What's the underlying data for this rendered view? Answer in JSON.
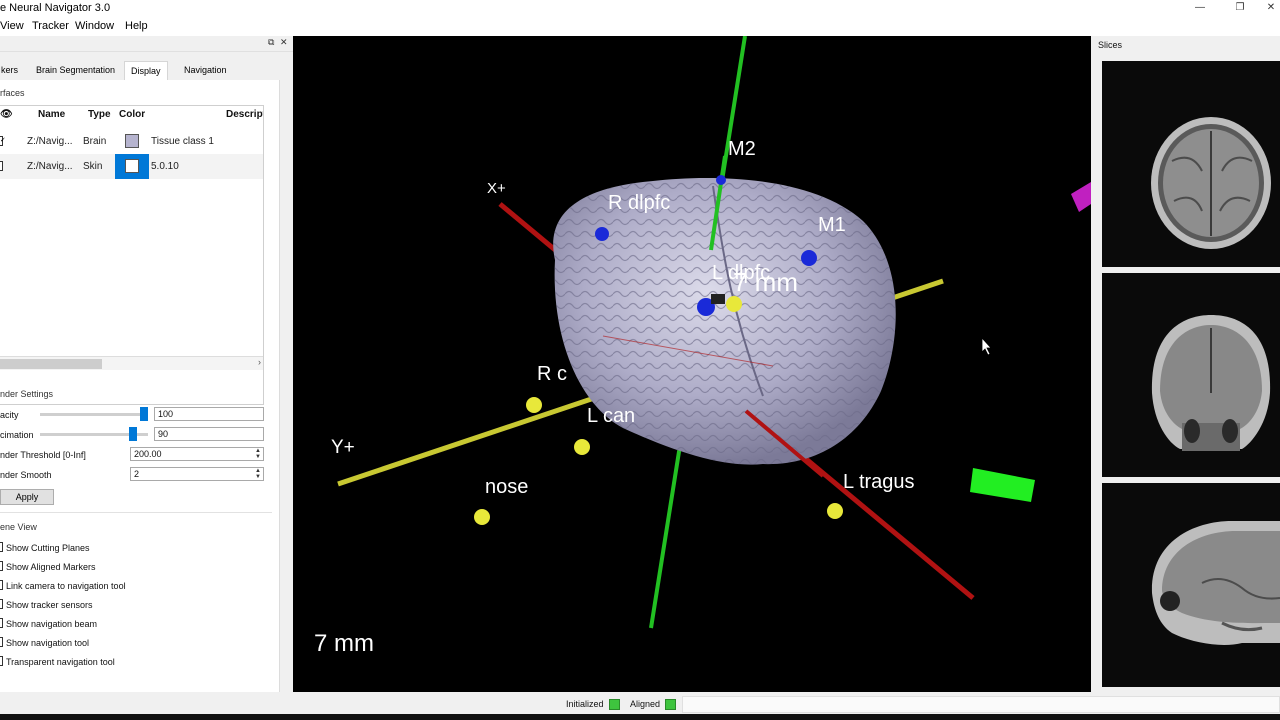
{
  "window": {
    "title": "e Neural Navigator 3.0",
    "minimize": "—",
    "maximize": "❐",
    "close": "✕"
  },
  "menu": [
    "View",
    "Tracker",
    "Window",
    "Help"
  ],
  "left_dock": {
    "float_icon": "⧉",
    "close_icon": "✕",
    "tabs": [
      {
        "label": "kers",
        "active": false
      },
      {
        "label": "Brain Segmentation",
        "active": false
      },
      {
        "label": "Display",
        "active": true
      },
      {
        "label": "Navigation",
        "active": false
      }
    ],
    "surfaces_label": "rfaces",
    "table": {
      "headers": [
        "Name",
        "Type",
        "Color",
        "Descript"
      ],
      "rows": [
        {
          "checked": true,
          "name": "Z:/Navig...",
          "type": "Brain",
          "color": "#b6b4cf",
          "description": "Tissue class 1",
          "selected": false
        },
        {
          "checked": false,
          "name": "Z:/Navig...",
          "type": "Skin",
          "color": "#ffffff",
          "description": "5.0.10",
          "selected": true
        }
      ]
    },
    "render_settings": {
      "group_label": "nder Settings",
      "opacity_label": "acity",
      "opacity_value": "100",
      "opacity_level": 1.0,
      "decimation_label": "cimation",
      "decimation_value": "90",
      "decimation_level": 0.9,
      "threshold_label": "nder Threshold [0-Inf]",
      "threshold_value": "200.00",
      "smooth_label": "nder Smooth",
      "smooth_value": "2",
      "apply_label": "Apply"
    },
    "scene_view": {
      "group_label": "ene View",
      "options": [
        "Show Cutting Planes",
        "Show Aligned Markers",
        "Link camera to navigation tool",
        "Show tracker sensors",
        "Show navigation beam",
        "Show navigation tool",
        "Transparent navigation tool"
      ]
    }
  },
  "viewport": {
    "labels": {
      "x_axis": "X+",
      "y_axis": "Y+",
      "m2": "M2",
      "r_dlpfc": "R dlpfc",
      "m1": "M1",
      "l_dlpfc": "L dlpfc",
      "distance_inline": "7 mm",
      "r_partial": "R c",
      "l_can": "L can",
      "nose": "nose",
      "l_tragus": "L tragus",
      "distance_corner": "7 mm"
    },
    "colors": {
      "x_axis": "#b01212",
      "y_axis": "#c8c832",
      "z_axis": "#22c022",
      "marker_blue": "#1a2ad8",
      "marker_yellow": "#e8e83a",
      "sensor_green": "#22ee22",
      "magenta": "#c020c0",
      "brain": "#b8b6d2"
    }
  },
  "slices": {
    "title": "Slices"
  },
  "status": {
    "initialized": "Initialized",
    "aligned": "Aligned"
  }
}
